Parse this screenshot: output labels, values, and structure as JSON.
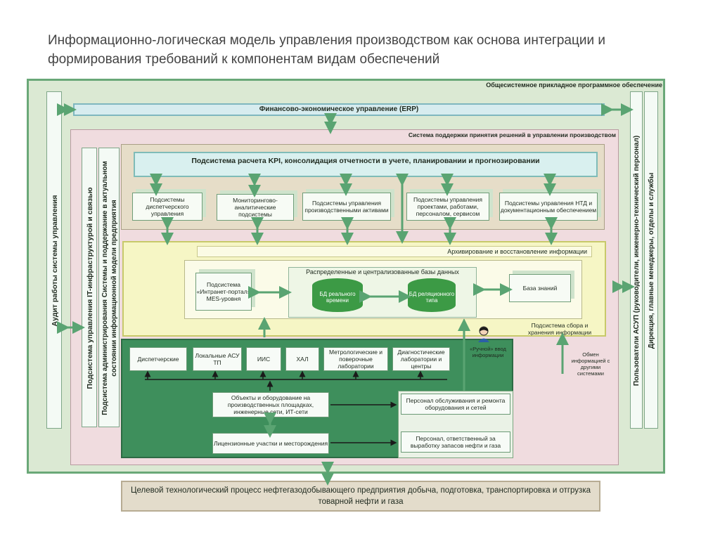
{
  "title": "Информационно-логическая модель управления производством как основа интеграции и формирования требований к компонентам видам обеспечений",
  "header_outer": "Общесистемное прикладное программное обеспечение",
  "erp": "Финансово-экономическое управление (ERP)",
  "left": {
    "audit": "Аудит работы системы управления",
    "it_infra": "Подсистема управления IT-инфраструктурой и связью",
    "admin": "Подсистема администрирования Системы и поддержание в актуальном состоянии информационной модели предприятия"
  },
  "right": {
    "users": "Пользователи АСУП (руководители, инженерно-технический персонал)",
    "direction": "Дирекция, главные менеджеры, отделы и службы"
  },
  "dss": "Система поддержки принятия решений в управлении производством",
  "kpi": "Подсистема расчета KPI, консолидация отчетности в учете, планировании и прогнозировании",
  "subsystems": [
    "Подсистемы диспетчерского управления",
    "Мониторингово-аналитические подсистемы",
    "Подсистемы управления производственными активами",
    "Подсистемы управления проектами, работами, персоналом, сервисом",
    "Подсистемы управления НТД и документационным обеспечением"
  ],
  "archive": "Архивирование и восстановление информации",
  "intranet": "Подсистема «Интранет-портал» MES-уровня",
  "databases_title": "Распределенные и централизованные базы данных",
  "db_realtime": "БД реального времени",
  "db_relational": "БД реляционного типа",
  "knowledge_base": "База знаний",
  "collection": "Подсистема сбора и хранения информации",
  "manual_input": "«Ручной» ввод информации",
  "exchange": "Обмен информацией с другими системами",
  "field_systems": [
    "Диспетчерские",
    "Локальные АСУ ТП",
    "ИИС",
    "ХАЛ",
    "Метрологические и поверочные лаборатории",
    "Диагностические лаборатории и центры"
  ],
  "objects": "Объекты и оборудование на производственных площадках, инженерные сети, ИТ-сети",
  "licenses": "Лицензионные участки и месторождения",
  "staff_service": "Персонал обслуживания и ремонта оборудования и сетей",
  "staff_reserves": "Персонал, ответственный за выработку запасов нефти и газа",
  "target_process": "Целевой технологический процесс нефтегазодобывающего предприятия добыча, подготовка, транспортировка и отгрузка товарной нефти и газа",
  "colors": {
    "outer_fill": "#dbe9d3",
    "pink_zone": "#f0dcdf",
    "yellow_zone": "#f6f6c5",
    "dark_zone": "#3e8f5c",
    "arrow": "#5aa472"
  }
}
